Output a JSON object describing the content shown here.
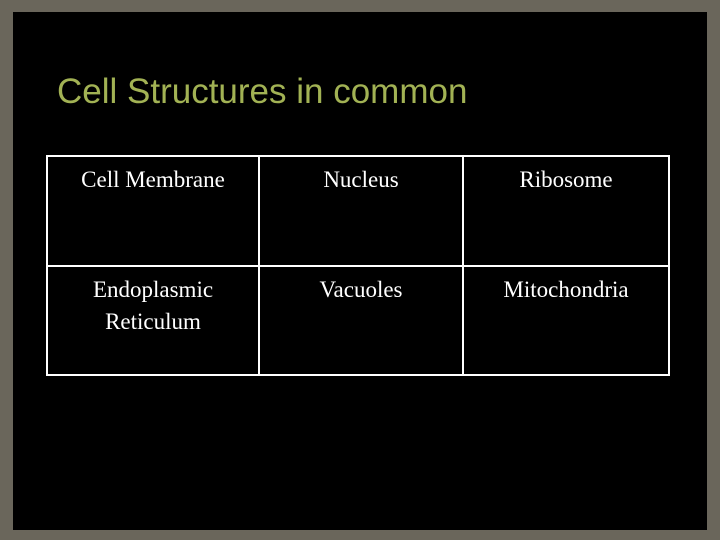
{
  "slide": {
    "title": "Cell Structures in common",
    "table": {
      "rows": [
        [
          "Cell Membrane",
          "Nucleus",
          "Ribosome"
        ],
        [
          "Endoplasmic Reticulum",
          "Vacuoles",
          "Mitochondria"
        ]
      ]
    }
  },
  "colors": {
    "slide_background": "#000000",
    "frame_border": "#6a665b",
    "title_text": "#a2b254",
    "table_border": "#ffffff",
    "cell_text": "#ffffff"
  }
}
